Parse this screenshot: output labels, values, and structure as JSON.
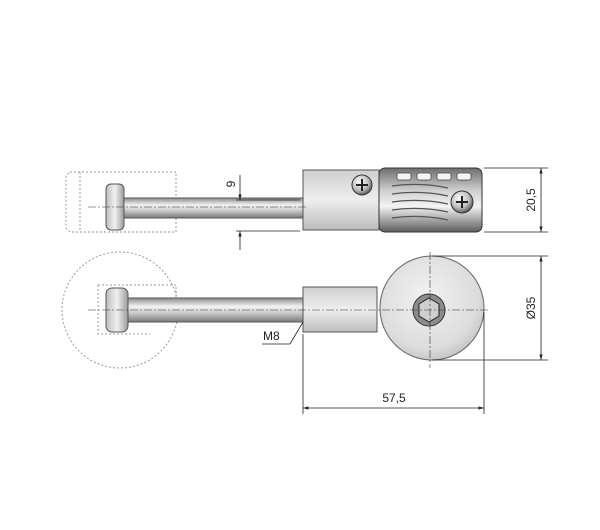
{
  "dimensions": {
    "slot_height": "9",
    "height": "20,5",
    "diameter": "Ø35",
    "length": "57,5",
    "thread": "M8"
  },
  "colors": {
    "metal_light": "#e4e4e4",
    "metal_mid": "#b9b9b9",
    "metal_dark": "#6f6f6f",
    "line": "#222222",
    "ghost": "#9a9a9a"
  }
}
